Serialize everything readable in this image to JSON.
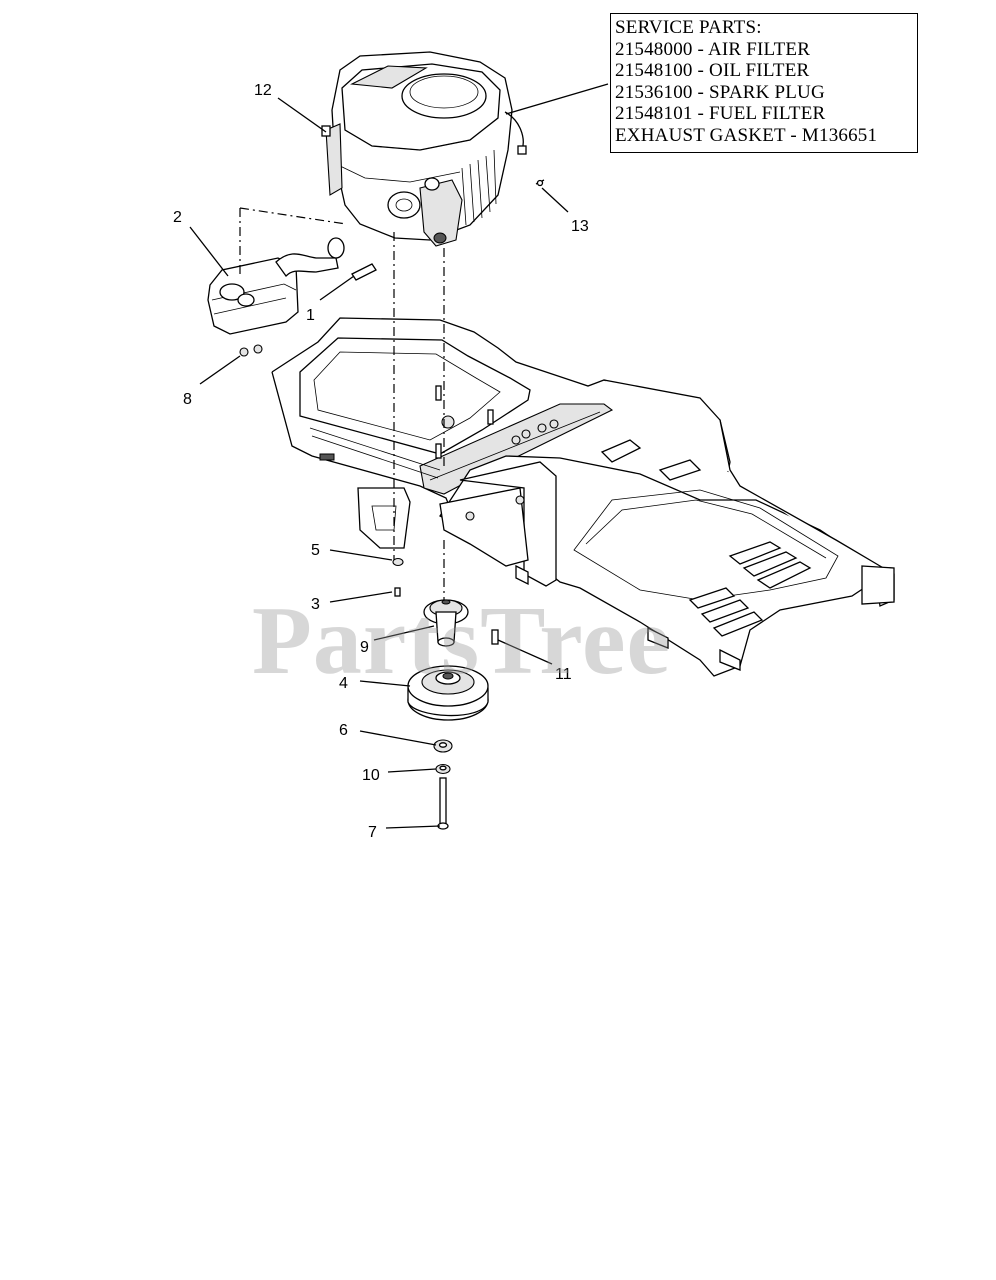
{
  "service_parts": {
    "lines": [
      "SERVICE PARTS:",
      "21548000 - AIR FILTER",
      "21548100 - OIL FILTER",
      "21536100 - SPARK PLUG",
      "21548101 - FUEL FILTER",
      "EXHAUST GASKET - M136651"
    ]
  },
  "callouts": {
    "c1": "1",
    "c2": "2",
    "c3": "3",
    "c4": "4",
    "c5": "5",
    "c6": "6",
    "c7": "7",
    "c8": "8",
    "c9": "9",
    "c10": "10",
    "c11": "11",
    "c12": "12",
    "c13": "13"
  },
  "watermark": "PartsTree"
}
